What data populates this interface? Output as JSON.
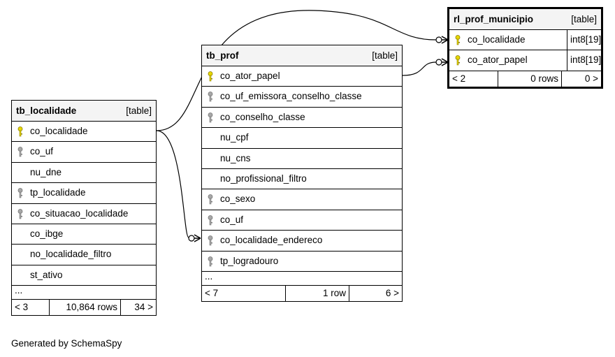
{
  "tables": {
    "rl_prof_municipio": {
      "name": "rl_prof_municipio",
      "type": "[table]",
      "columns": [
        {
          "name": "co_localidade",
          "datatype": "int8[19]",
          "key": "primary"
        },
        {
          "name": "co_ator_papel",
          "datatype": "int8[19]",
          "key": "primary"
        }
      ],
      "footer": {
        "parents": "< 2",
        "rows": "0 rows",
        "children": "0 >"
      }
    },
    "tb_prof": {
      "name": "tb_prof",
      "type": "[table]",
      "columns": [
        {
          "name": "co_ator_papel",
          "key": "primary"
        },
        {
          "name": "co_uf_emissora_conselho_classe",
          "key": "foreign"
        },
        {
          "name": "co_conselho_classe",
          "key": "foreign"
        },
        {
          "name": "nu_cpf",
          "key": "none"
        },
        {
          "name": "nu_cns",
          "key": "none"
        },
        {
          "name": "no_profissional_filtro",
          "key": "none"
        },
        {
          "name": "co_sexo",
          "key": "foreign"
        },
        {
          "name": "co_uf",
          "key": "foreign"
        },
        {
          "name": "co_localidade_endereco",
          "key": "foreign"
        },
        {
          "name": "tp_logradouro",
          "key": "foreign"
        }
      ],
      "ellipsis": "...",
      "footer": {
        "parents": "< 7",
        "rows": "1 row",
        "children": "6 >"
      }
    },
    "tb_localidade": {
      "name": "tb_localidade",
      "type": "[table]",
      "columns": [
        {
          "name": "co_localidade",
          "key": "primary"
        },
        {
          "name": "co_uf",
          "key": "foreign"
        },
        {
          "name": "nu_dne",
          "key": "none"
        },
        {
          "name": "tp_localidade",
          "key": "foreign"
        },
        {
          "name": "co_situacao_localidade",
          "key": "foreign"
        },
        {
          "name": "co_ibge",
          "key": "none"
        },
        {
          "name": "no_localidade_filtro",
          "key": "none"
        },
        {
          "name": "st_ativo",
          "key": "none"
        }
      ],
      "ellipsis": "...",
      "footer": {
        "parents": "< 3",
        "rows": "10,864 rows",
        "children": "34 >"
      }
    }
  },
  "colors": {
    "primary_key": "#e8d800",
    "foreign_key": "#a8a8a8",
    "header_bg": "#f4f4f4"
  },
  "generated_by": "Generated by SchemaSpy"
}
